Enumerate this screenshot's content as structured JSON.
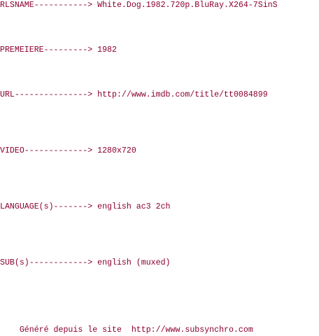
{
  "nfo": {
    "lines": [
      "RLSNAME-----------> White.Dog.1982.720p.BluRay.X264-7SinS",
      "PREMEIERE---------> 1982",
      "URL---------------> http://www.imdb.com/title/tt0084899",
      "VIDEO-------------> 1280x720",
      "LANGUAGE(s)-------> english ac3 2ch",
      "SUB(s)------------> english (muxed)",
      "    Généré depuis le site  http://www.subsynchro.com"
    ]
  },
  "colors": {
    "text": "#8a0030",
    "background": "#ffffff"
  }
}
